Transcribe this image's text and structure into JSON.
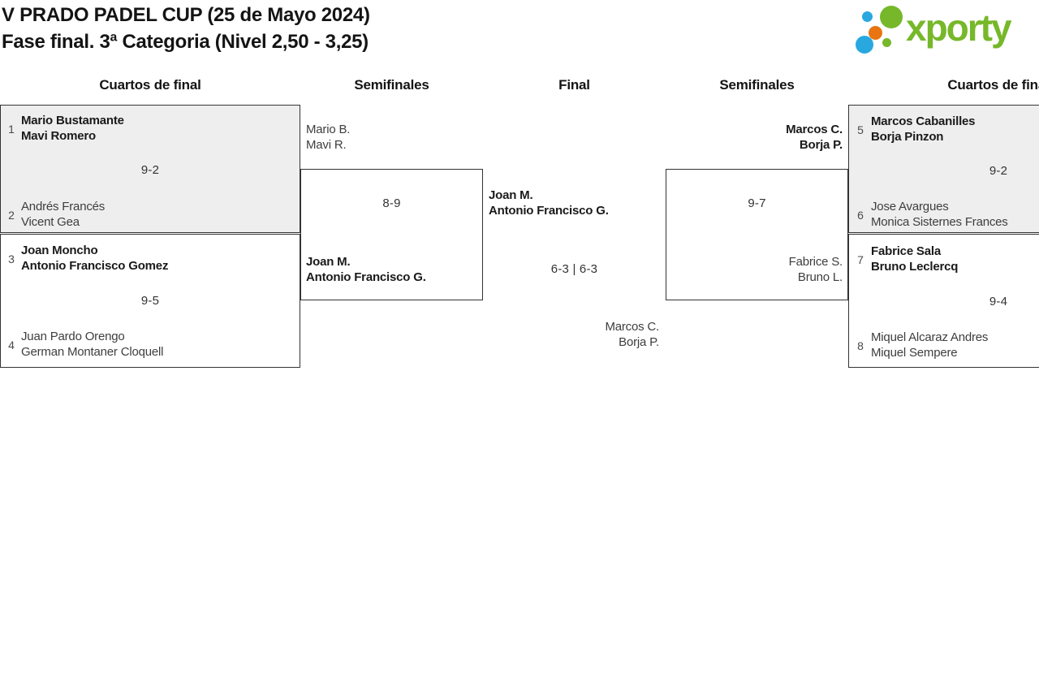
{
  "header": {
    "title": "V PRADO PADEL CUP (25 de Mayo 2024)",
    "subtitle": "Fase final. 3ª Categoria (Nivel 2,50 - 3,25)"
  },
  "logo": {
    "wordmark": "xporty"
  },
  "round_headers": {
    "qf_left": "Cuartos de final",
    "sf_left": "Semifinales",
    "final": "Final",
    "sf_right": "Semifinales",
    "qf_right": "Cuartos de final"
  },
  "bracket": {
    "qf_left_1": {
      "top_seed": "1",
      "top_team": [
        "Mario Bustamante",
        "Mavi Romero"
      ],
      "score": "9-2",
      "bottom_seed": "2",
      "bottom_team": [
        "Andrés Francés",
        "Vicent Gea"
      ]
    },
    "qf_left_2": {
      "top_seed": "3",
      "top_team": [
        "Joan Moncho",
        "Antonio Francisco Gomez"
      ],
      "score": "9-5",
      "bottom_seed": "4",
      "bottom_team": [
        "Juan Pardo Orengo",
        "German Montaner Cloquell"
      ]
    },
    "sf_left": {
      "top_team": [
        "Mario B.",
        "Mavi R."
      ],
      "score": "8-9",
      "bottom_team": [
        "Joan M.",
        "Antonio Francisco G."
      ]
    },
    "final": {
      "top_team": [
        "Joan M.",
        "Antonio Francisco G."
      ],
      "score": "6-3 | 6-3",
      "bottom_team": [
        "Marcos C.",
        "Borja P."
      ]
    },
    "sf_right": {
      "top_team": [
        "Marcos C.",
        "Borja P."
      ],
      "score": "9-7",
      "bottom_team": [
        "Fabrice S.",
        "Bruno L."
      ]
    },
    "qf_right_1": {
      "top_seed": "5",
      "top_team": [
        "Marcos Cabanilles",
        "Borja Pinzon"
      ],
      "score": "9-2",
      "bottom_seed": "6",
      "bottom_team": [
        "Jose Avargues",
        "Monica Sisternes Frances"
      ]
    },
    "qf_right_2": {
      "top_seed": "7",
      "top_team": [
        "Fabrice Sala",
        "Bruno Leclercq"
      ],
      "score": "9-4",
      "bottom_seed": "8",
      "bottom_team": [
        "Miquel Alcaraz Andres",
        "Miquel Sempere"
      ]
    }
  },
  "colors": {
    "logo_green": "#76b82a",
    "logo_blue": "#29a8e0",
    "logo_orange": "#e87511",
    "box_border": "#333333",
    "box_grey_bg": "#eeeeee",
    "winner_text": "#1a1a1a",
    "loser_text": "#3e3e3e"
  }
}
